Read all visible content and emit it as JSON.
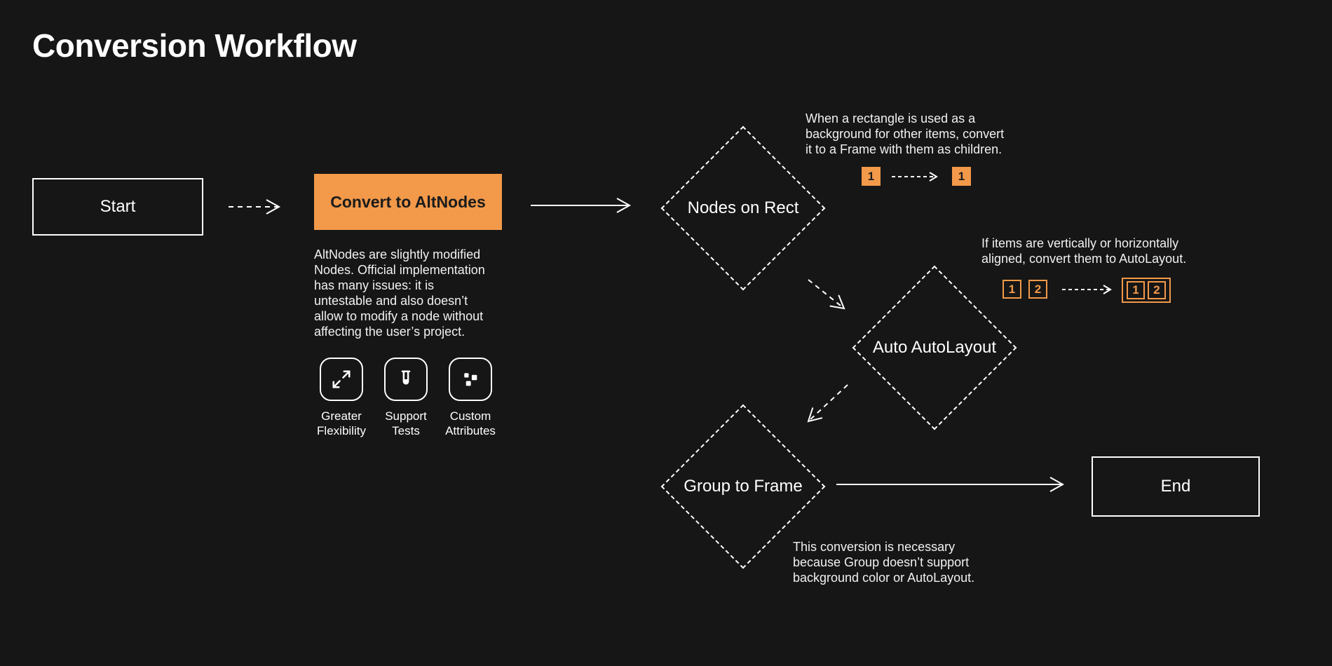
{
  "page": {
    "title": "Conversion Workflow"
  },
  "colors": {
    "bg": "#161616",
    "fg": "#ffffff",
    "accent": "#F2994A",
    "accent-text": "#1b1b1b"
  },
  "nodes": {
    "start": {
      "label": "Start"
    },
    "convert": {
      "label": "Convert to AltNodes",
      "description": "AltNodes are slightly modified\nNodes. Official implementation\nhas many issues: it is\nuntestable and also doesn’t\nallow to modify a node without\naffecting the user’s project."
    },
    "nodes_on_rect": {
      "label": "Nodes on Rect"
    },
    "auto_autolayout": {
      "label": "Auto AutoLayout"
    },
    "group_to_frame": {
      "label": "Group to Frame"
    },
    "end": {
      "label": "End"
    }
  },
  "features": [
    {
      "icon": "expand-icon",
      "label": "Greater\nFlexibility"
    },
    {
      "icon": "test-tube-icon",
      "label": "Support\nTests"
    },
    {
      "icon": "attributes-icon",
      "label": "Custom\nAttributes"
    }
  ],
  "annotations": {
    "rect_to_frame": {
      "text": "When a rectangle is used as a\nbackground for other items, convert\nit to a Frame with them as children.",
      "before": "1",
      "after": "1"
    },
    "auto_layout": {
      "text": "If items are vertically or horizontally\naligned, convert them to AutoLayout.",
      "items_before": [
        "1",
        "2"
      ],
      "items_after": [
        "1",
        "2"
      ]
    },
    "group_frame": {
      "text": "This conversion is necessary\nbecause Group doesn’t support\nbackground color or AutoLayout."
    }
  }
}
